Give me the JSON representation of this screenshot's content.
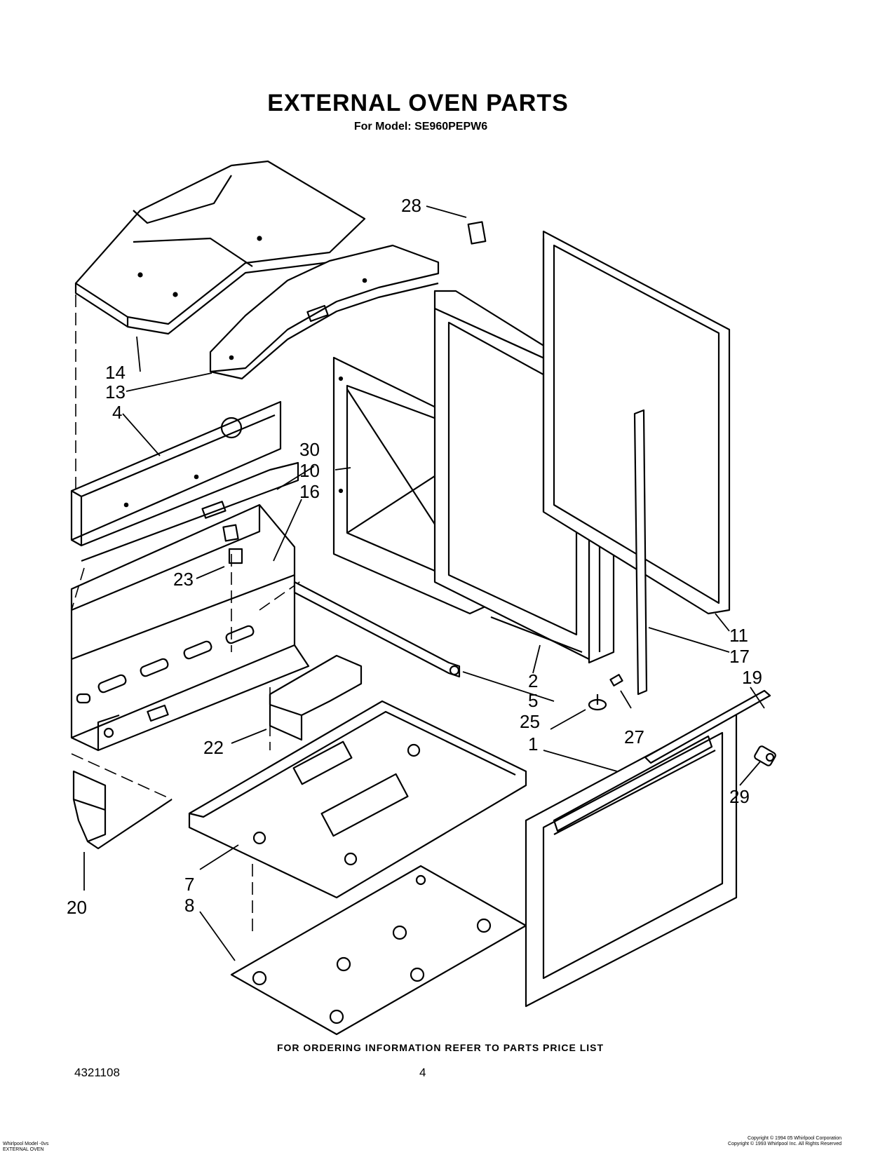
{
  "header": {
    "title": "EXTERNAL OVEN PARTS",
    "subtitle": "For Model: SE960PEPW6"
  },
  "callouts": {
    "c1": "1",
    "c2": "2",
    "c4": "4",
    "c5": "5",
    "c7": "7",
    "c8": "8",
    "c10": "10",
    "c11": "11",
    "c13": "13",
    "c14": "14",
    "c16": "16",
    "c17": "17",
    "c19": "19",
    "c20": "20",
    "c22": "22",
    "c23": "23",
    "c25": "25",
    "c27": "27",
    "c28": "28",
    "c29": "29",
    "c30": "30"
  },
  "footer": {
    "ordering_note": "FOR ORDERING INFORMATION REFER TO PARTS PRICE LIST",
    "doc_number": "4321108",
    "page_number": "4",
    "left_fine_print": [
      "Whirlpool Model -0vs",
      "EXTERNAL OVEN"
    ],
    "right_fine_print": [
      "Copyright © 1994 05 Whirlpool Corporation",
      "Copyright © 1993 Whirlpool Inc. All Rights Reserved"
    ]
  }
}
